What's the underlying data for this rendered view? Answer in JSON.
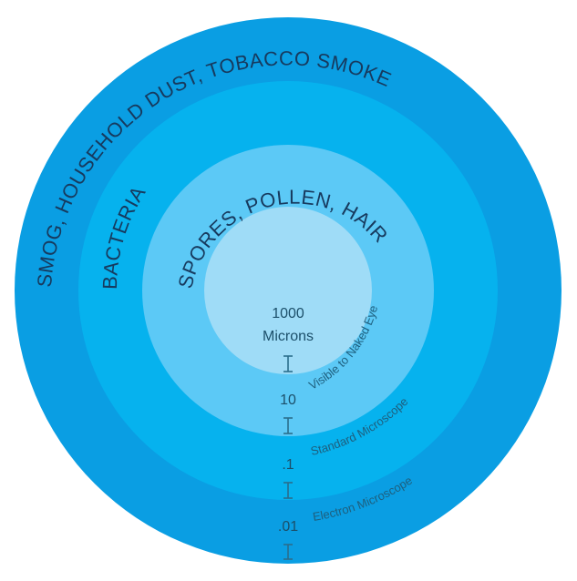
{
  "diagram": {
    "rings": [
      {
        "label": "SMOG, HOUSEHOLD DUST, TOBACCO SMOKE",
        "color": "#0a9ee3"
      },
      {
        "label": "BACTERIA",
        "color": "#06b2ee"
      },
      {
        "label": "SPORES, POLLEN, HAIR",
        "color": "#5cc9f6"
      },
      {
        "label": "",
        "color": "#9fdcf7"
      }
    ],
    "center_value": "1000",
    "center_unit": "Microns",
    "scale": [
      {
        "value": "10",
        "note": "Visible to Naked Eye"
      },
      {
        "value": ".1",
        "note": "Standard Microscope"
      },
      {
        "value": ".01",
        "note": "Electron Microscope"
      }
    ]
  }
}
